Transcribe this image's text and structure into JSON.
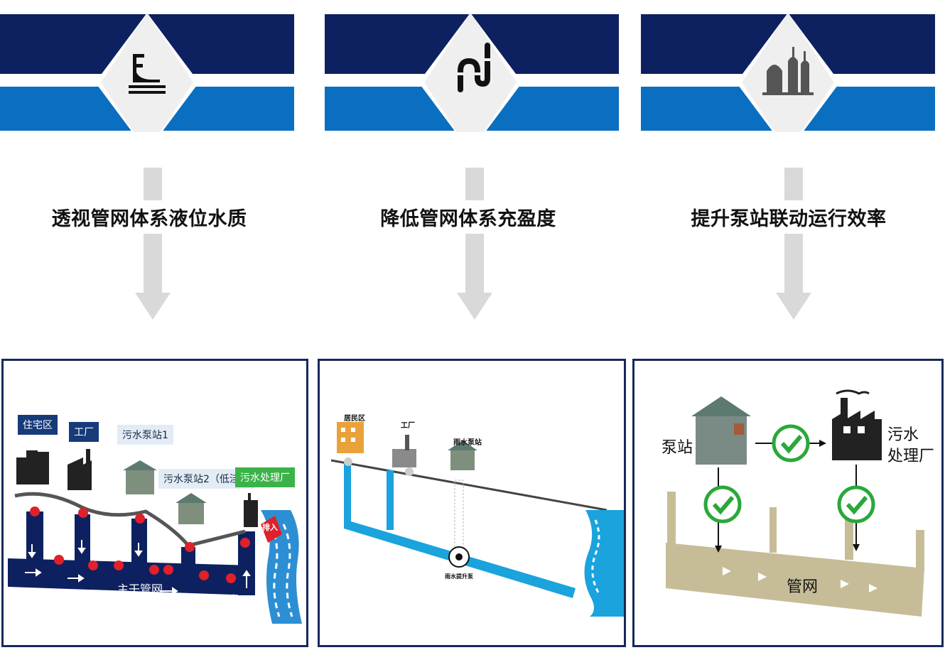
{
  "columns": [
    {
      "heading": "透视管网体系液位水质",
      "icon": "level-gauge-icon",
      "panel": {
        "tags": [
          "住宅区",
          "工厂",
          "污水泵站1",
          "污水泵站2（低洼）",
          "污水处理厂"
        ],
        "main_label": "主干管网",
        "outfall_label": "排入"
      }
    },
    {
      "heading": "降低管网体系充盈度",
      "icon": "pipe-icon",
      "panel": {
        "labels": [
          "居民区",
          "工厂",
          "雨水泵站",
          "雨水提升泵"
        ]
      }
    },
    {
      "heading": "提升泵站联动运行效率",
      "icon": "plant-icon",
      "panel": {
        "pump_label": "泵站",
        "plant_label_1": "污水",
        "plant_label_2": "处理厂",
        "network_label": "管网"
      }
    }
  ],
  "colors": {
    "navy": "#0d2160",
    "blue": "#0a6fc0",
    "diamond": "#efefef",
    "arrow": "#d9d9d9",
    "water": "#1aa3dc",
    "green": "#2aa83a",
    "ground": "#c6bd98"
  }
}
